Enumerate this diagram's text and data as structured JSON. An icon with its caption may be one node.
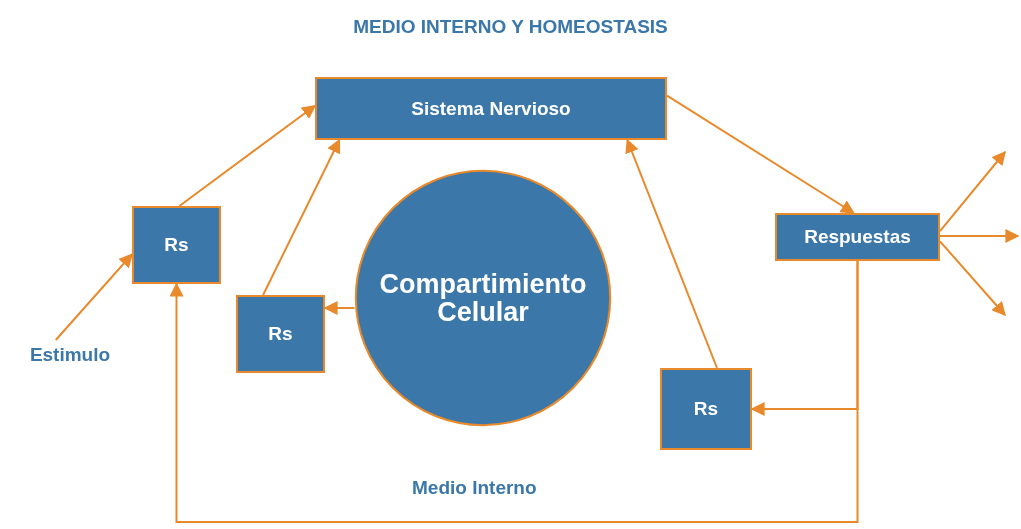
{
  "diagram": {
    "title": "MEDIO INTERNO Y HOMEOSTASIS",
    "nodes": [
      {
        "text": [
          "Sistema Nervioso"
        ]
      },
      {
        "text": [
          "Rs"
        ]
      },
      {
        "text": [
          "Rs"
        ]
      },
      {
        "text": [
          "Compartimiento Celular"
        ]
      },
      {
        "text": [
          "Respuestas"
        ]
      },
      {
        "text": [
          "Rs"
        ]
      },
      {
        "text": [
          "Estimulo"
        ]
      }
    ],
    "edges": [
      {
        "from": 6,
        "to": 1,
        "arrow": "to"
      },
      {
        "from": 1,
        "to": 0,
        "arrow": "to"
      },
      {
        "from": 2,
        "to": 0,
        "arrow": "to"
      },
      {
        "from": 3,
        "to": 2,
        "arrow": "to"
      },
      {
        "from": 5,
        "to": 0,
        "arrow": "to"
      },
      {
        "from": 0,
        "to": 4,
        "arrow": "to"
      },
      {
        "from": 4,
        "to": null,
        "arrow": "to"
      },
      {
        "from": 4,
        "to": null,
        "arrow": "to"
      },
      {
        "from": 4,
        "to": null,
        "arrow": "to"
      },
      {
        "from": 4,
        "to": 5,
        "arrow": "to"
      },
      {
        "from": 4,
        "to": 1,
        "arrow": "to"
      }
    ],
    "labels": [
      "Medio Interno"
    ]
  }
}
